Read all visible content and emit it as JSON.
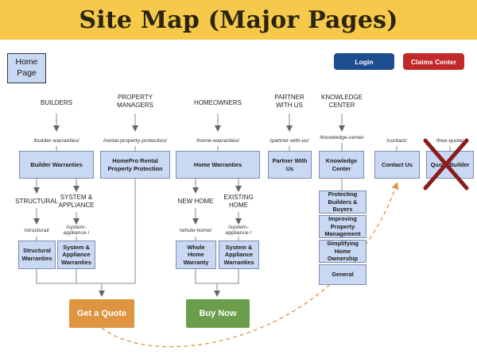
{
  "title": "Site Map (Major Pages)",
  "home": {
    "label": "Home Page"
  },
  "header_buttons": {
    "login": {
      "label": "Login",
      "color": "#1c4d8f"
    },
    "claims": {
      "label": "Claims Center",
      "color": "#c0282a"
    }
  },
  "sections": {
    "builders": "BUILDERS",
    "property_managers": "PROPERTY MANAGERS",
    "homeowners": "HOMEOWNERS",
    "partner": "PARTNER WITH US",
    "knowledge": "KNOWLEDGE CENTER"
  },
  "urls": {
    "builder": "/builder-warranties/",
    "rental": "/rental-property-protection/",
    "home": "/home-warranties/",
    "partner": "/partner-with-us/",
    "knowledge": "/knowledge-center",
    "contact": "/contact/",
    "quote": "/free-quote/",
    "structural": "/structural/",
    "system_appliance_builder": "/system-appliance /",
    "whole_home": "/whole-home/",
    "system_appliance_home": "/system-appliance /"
  },
  "pages": {
    "builder_warranties": "Builder Warranties",
    "rental": "HomePro Rental Property Protection",
    "home_warranties": "Home Warranties",
    "partner": "Partner With Us",
    "knowledge": "Knowledge Center",
    "contact": "Contact Us",
    "quote_builder": "Quote Builder",
    "structural": "Structural Warranties",
    "system_appliance_builder": "System & Appliance Warranties",
    "whole_home": "Whole Home Warranty",
    "system_appliance_home": "System & Appliance Warranties",
    "kc_protecting": "Protecting Builders & Buyers",
    "kc_improving": "Improving Property Management",
    "kc_simplifying": "Simplifying Home Ownership",
    "kc_general": "General"
  },
  "branches": {
    "structural": "STRUCTURAL",
    "system_appliance": "SYSTEM & APPLIANCE",
    "new_home": "NEW HOME",
    "existing_home": "EXISTING HOME"
  },
  "ctas": {
    "get_quote": {
      "label": "Get a Quote",
      "color": "#de9440"
    },
    "buy_now": {
      "label": "Buy Now",
      "color": "#6a9e4a"
    }
  },
  "colors": {
    "box_fill": "#c9d8f3",
    "connector": "#888888",
    "dashed_arrow": "#de9440",
    "strike": "#8b1c1c"
  }
}
